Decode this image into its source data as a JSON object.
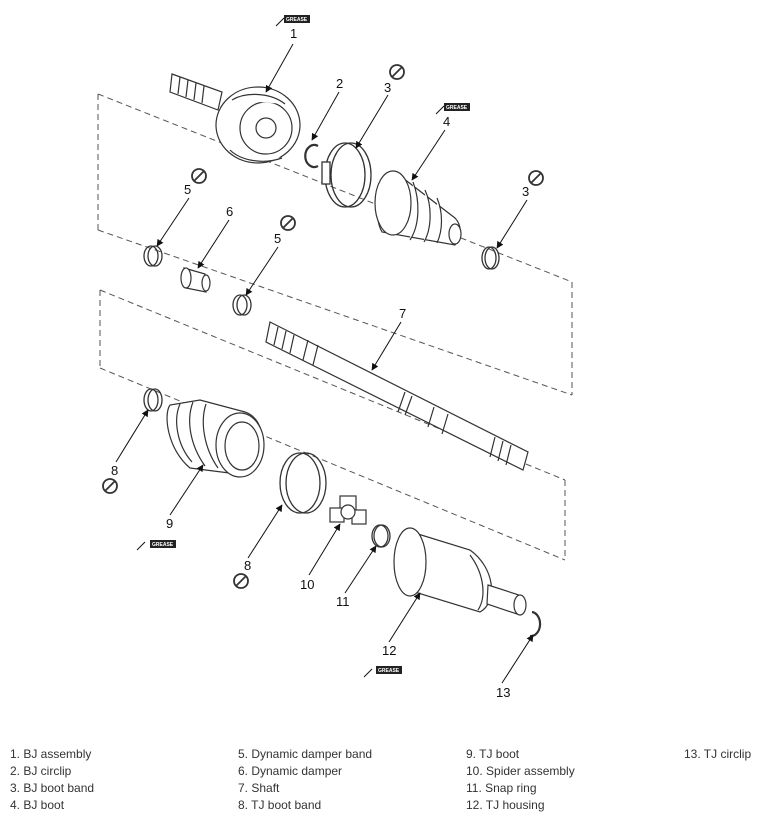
{
  "grease_label": "GREASE",
  "callouts": [
    "1",
    "2",
    "3",
    "4",
    "5",
    "6",
    "5",
    "3",
    "7",
    "8",
    "9",
    "8",
    "10",
    "11",
    "12",
    "13"
  ],
  "legend": {
    "col1": [
      "1. BJ assembly",
      "2. BJ circlip",
      "3. BJ boot band",
      "4. BJ boot"
    ],
    "col2": [
      "5. Dynamic damper band",
      "6. Dynamic damper",
      "7. Shaft",
      "8. TJ boot band"
    ],
    "col3": [
      "9. TJ boot",
      "10. Spider assembly",
      "11. Snap ring",
      "12. TJ housing"
    ],
    "col4": [
      "13. TJ circlip"
    ]
  }
}
